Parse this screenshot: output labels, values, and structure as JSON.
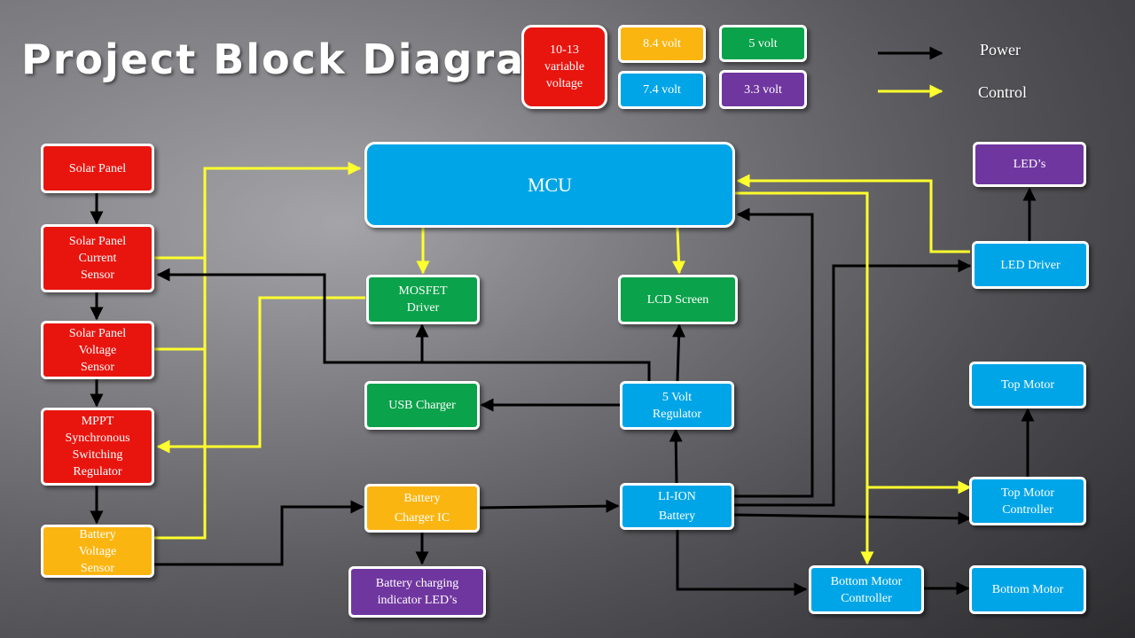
{
  "title": "Project Block Diagram",
  "voltage_legend": {
    "v10_13": "10-13\nvariable\nvoltage",
    "v8_4": "8.4 volt",
    "v5": "5 volt",
    "v7_4": "7.4 volt",
    "v3_3": "3.3 volt"
  },
  "line_legend": {
    "power": "Power",
    "control": "Control"
  },
  "colors": {
    "power_line": "#000000",
    "control_line": "#ffff2e",
    "red": "#e8150f",
    "orange": "#fbb511",
    "green": "#0aa24a",
    "blue": "#00a5e7",
    "purple": "#7036a0"
  },
  "blocks": {
    "solar_panel": "Solar Panel",
    "solar_current": "Solar Panel\nCurrent\nSensor",
    "solar_voltage": "Solar Panel\nVoltage\nSensor",
    "mppt": "MPPT\nSynchronous\nSwitching\nRegulator",
    "battery_voltage": "Battery\nVoltage\nSensor",
    "mcu": "MCU",
    "mosfet": "MOSFET\nDriver",
    "lcd": "LCD Screen",
    "usb": "USB Charger",
    "reg5v": "5 Volt\nRegulator",
    "charger_ic": "Battery\nCharger  IC",
    "li_ion": "LI-ION\nBattery",
    "charging_leds": "Battery charging\nindicator LED’s",
    "leds": "LED’s",
    "led_driver": "LED Driver",
    "top_motor": "Top Motor",
    "top_motor_ctrl": "Top Motor\nController",
    "bottom_motor_ctrl": "Bottom Motor\nController",
    "bottom_motor": "Bottom Motor"
  }
}
